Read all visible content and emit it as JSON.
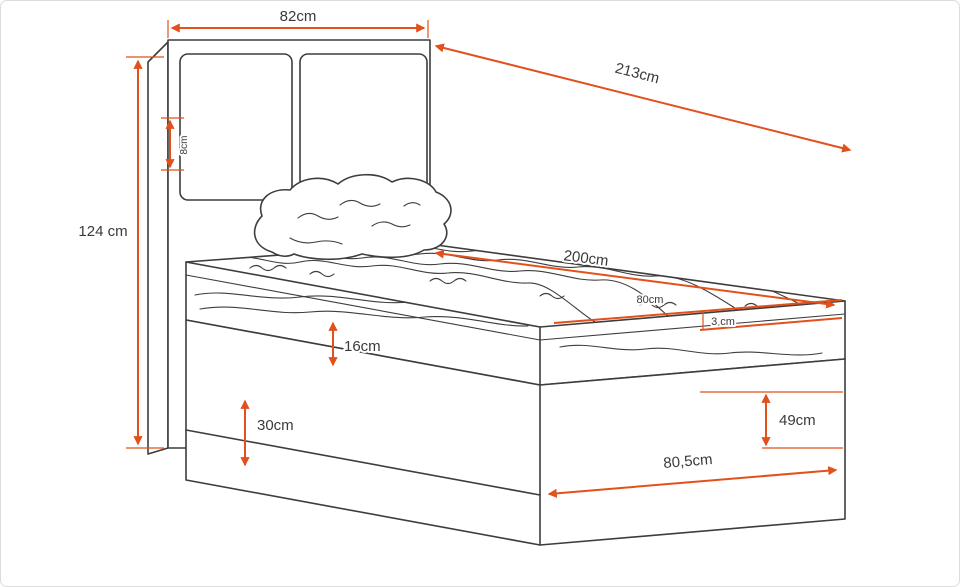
{
  "diagram": {
    "type": "bed-dimension-diagram",
    "labels": {
      "headboard_width": "82cm",
      "total_length": "213cm",
      "total_height": "124 cm",
      "headboard_depth": "8cm",
      "mattress_length": "200cm",
      "mattress_width": "80cm",
      "topper_thickness": "3 cm",
      "mattress_thickness": "16cm",
      "drawer_height": "30cm",
      "foot_height": "49cm",
      "base_width": "80,5cm"
    },
    "colors": {
      "dimension_line": "#e2511c",
      "drawing_line": "#3d3d3d",
      "label_text": "#3a3a3a",
      "background": "#ffffff"
    }
  }
}
